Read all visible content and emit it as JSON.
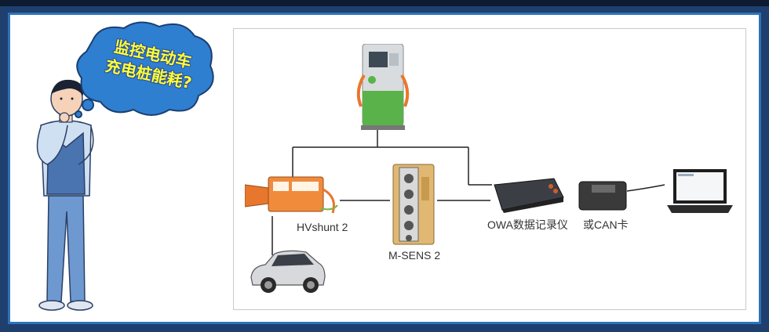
{
  "speech_bubble": {
    "line1": "监控电动车",
    "line2": "充电桩能耗?"
  },
  "labels": {
    "hvshunt": "HVshunt 2",
    "msens": "M-SENS 2",
    "owa": "OWA数据记录仪",
    "can": "或CAN卡"
  },
  "colors": {
    "frame_border": "#2c73b8",
    "background": "#1f3f6e",
    "bubble_fill": "#2f7fd0",
    "bubble_text": "#ffff33",
    "device_orange": "#e8772e",
    "charger_green": "#5ab34a"
  }
}
